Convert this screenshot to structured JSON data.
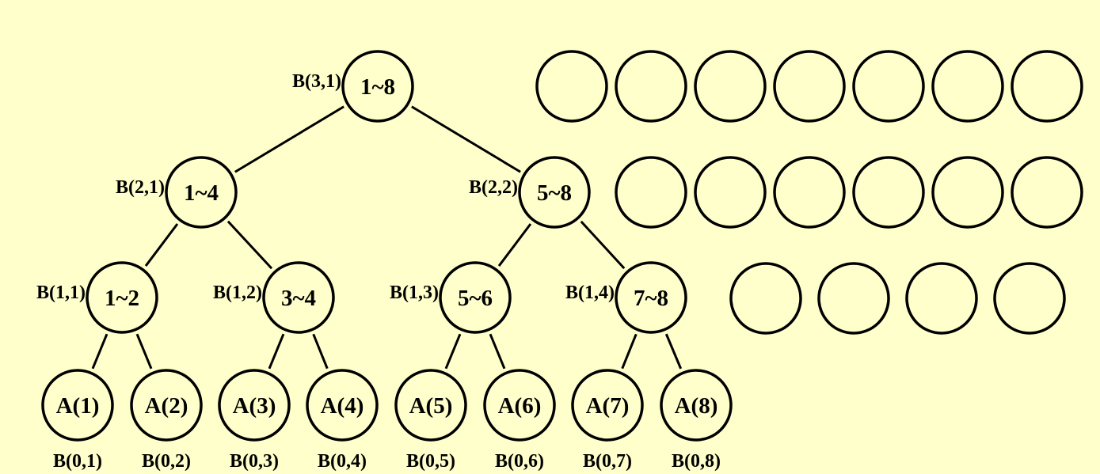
{
  "tree": {
    "levels": [
      {
        "nodes": [
          {
            "id": "b31",
            "label": "B(3,1)",
            "range": "1~8"
          }
        ]
      },
      {
        "nodes": [
          {
            "id": "b21",
            "label": "B(2,1)",
            "range": "1~4"
          },
          {
            "id": "b22",
            "label": "B(2,2)",
            "range": "5~8"
          }
        ]
      },
      {
        "nodes": [
          {
            "id": "b11",
            "label": "B(1,1)",
            "range": "1~2"
          },
          {
            "id": "b12",
            "label": "B(1,2)",
            "range": "3~4"
          },
          {
            "id": "b13",
            "label": "B(1,3)",
            "range": "5~6"
          },
          {
            "id": "b14",
            "label": "B(1,4)",
            "range": "7~8"
          }
        ]
      },
      {
        "nodes": [
          {
            "id": "a1",
            "label": "B(0,1)",
            "range": "A(1)"
          },
          {
            "id": "a2",
            "label": "B(0,2)",
            "range": "A(2)"
          },
          {
            "id": "a3",
            "label": "B(0,3)",
            "range": "A(3)"
          },
          {
            "id": "a4",
            "label": "B(0,4)",
            "range": "A(4)"
          },
          {
            "id": "a5",
            "label": "B(0,5)",
            "range": "A(5)"
          },
          {
            "id": "a6",
            "label": "B(0,6)",
            "range": "A(6)"
          },
          {
            "id": "a7",
            "label": "B(0,7)",
            "range": "A(7)"
          },
          {
            "id": "a8",
            "label": "B(0,8)",
            "range": "A(8)"
          }
        ]
      }
    ],
    "edges": [
      [
        "b31",
        "b21"
      ],
      [
        "b31",
        "b22"
      ],
      [
        "b21",
        "b11"
      ],
      [
        "b21",
        "b12"
      ],
      [
        "b22",
        "b13"
      ],
      [
        "b22",
        "b14"
      ],
      [
        "b11",
        "a1"
      ],
      [
        "b11",
        "a2"
      ],
      [
        "b12",
        "a3"
      ],
      [
        "b12",
        "a4"
      ],
      [
        "b13",
        "a5"
      ],
      [
        "b13",
        "a6"
      ],
      [
        "b14",
        "a7"
      ],
      [
        "b14",
        "a8"
      ]
    ]
  },
  "processor_rows": [
    7,
    6,
    4
  ]
}
